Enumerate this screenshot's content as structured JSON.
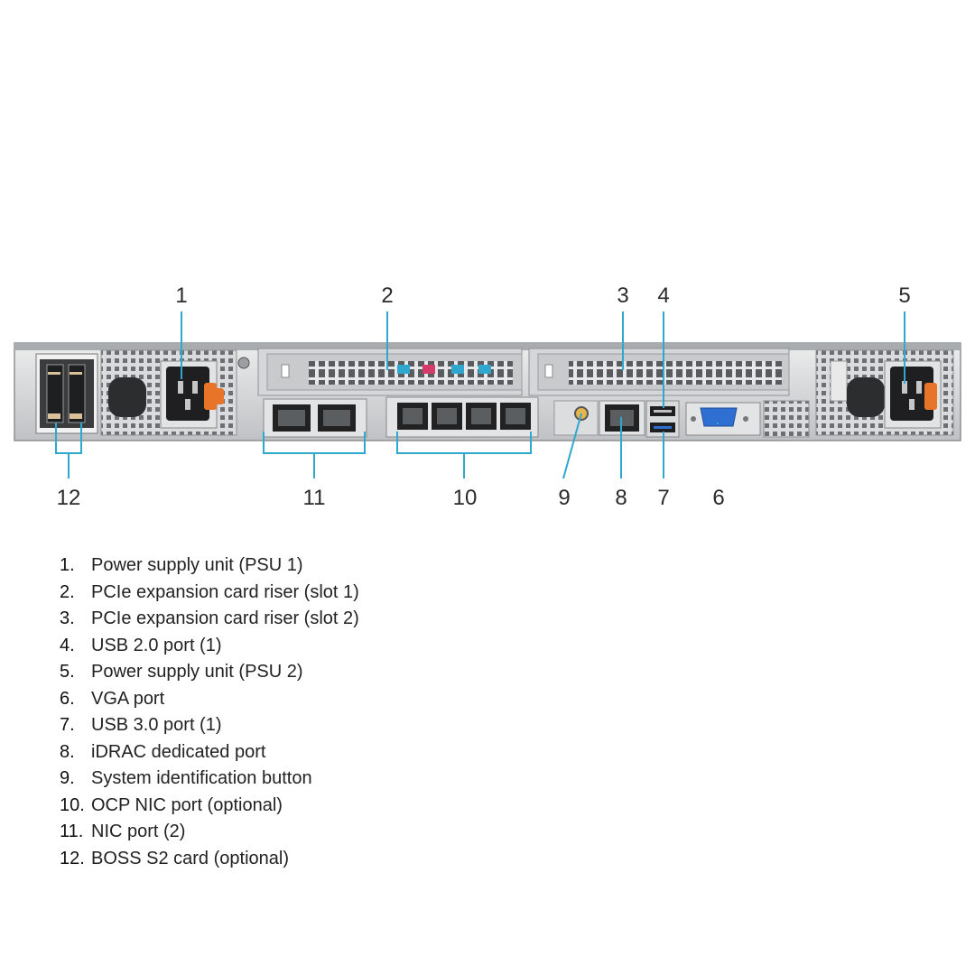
{
  "callouts": {
    "c1": "1",
    "c2": "2",
    "c3": "3",
    "c4": "4",
    "c5": "5",
    "c6": "6",
    "c7": "7",
    "c8": "8",
    "c9": "9",
    "c10": "10",
    "c11": "11",
    "c12": "12"
  },
  "legend": [
    {
      "num": "1.",
      "text": "Power supply unit (PSU 1)"
    },
    {
      "num": "2.",
      "text": "PCIe expansion card riser (slot 1)"
    },
    {
      "num": "3.",
      "text": "PCIe expansion card riser (slot 2)"
    },
    {
      "num": "4.",
      "text": "USB 2.0 port (1)"
    },
    {
      "num": "5.",
      "text": "Power supply unit (PSU 2)"
    },
    {
      "num": "6.",
      "text": "VGA port"
    },
    {
      "num": "7.",
      "text": "USB 3.0 port (1)"
    },
    {
      "num": "8.",
      "text": "iDRAC dedicated port"
    },
    {
      "num": "9.",
      "text": "System identification button"
    },
    {
      "num": "10.",
      "text": "OCP NIC port (optional)"
    },
    {
      "num": "11.",
      "text": "NIC port (2)"
    },
    {
      "num": "12.",
      "text": "BOSS S2 card (optional)"
    }
  ],
  "colors": {
    "chassis": "#cfd1d3",
    "chassis_dark": "#8e9194",
    "callout_line": "#2fa7cf",
    "psu_handle": "#e8742a",
    "vga_blue": "#2f6fd1",
    "id_button": "#e4b54a"
  },
  "icons": {
    "psu_connector": "iec-power-inlet-icon",
    "rj45": "rj45-port-icon",
    "usb": "usb-port-icon",
    "vga": "vga-connector-icon"
  }
}
